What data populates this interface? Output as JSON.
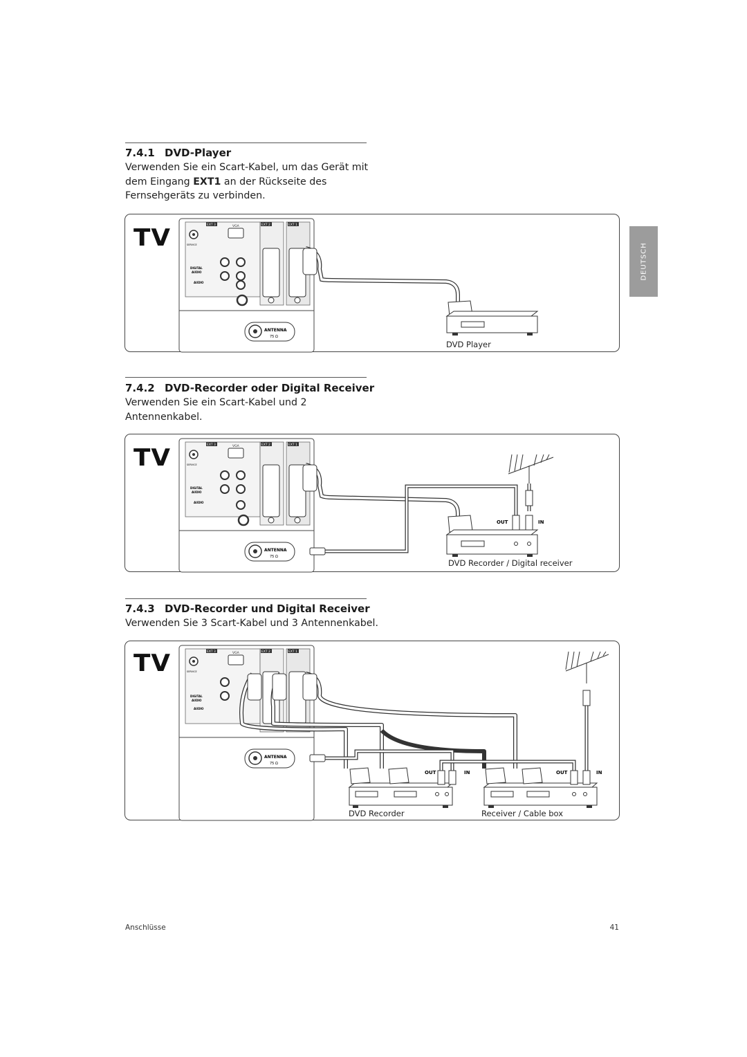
{
  "side_tab": {
    "label": "DEUTSCH"
  },
  "sections": [
    {
      "number": "7.4.1",
      "title": "DVD-Player",
      "text_lines": [
        "Verwenden Sie ein Scart-Kabel, um das Gerät mit",
        "dem Eingang",
        "EXT1",
        "an der Rückseite des",
        "Fernsehgeräts zu verbinden."
      ],
      "device_captions": [
        "DVD Player"
      ]
    },
    {
      "number": "7.4.2",
      "title": "DVD-Recorder oder Digital Receiver",
      "text_lines": [
        "Verwenden Sie ein Scart-Kabel und 2",
        "Antennenkabel."
      ],
      "device_captions": [
        "DVD Recorder / Digital receiver"
      ]
    },
    {
      "number": "7.4.3",
      "title": "DVD-Recorder und Digital Receiver",
      "text_lines": [
        "Verwenden Sie 3 Scart-Kabel und 3 Antennenkabel."
      ],
      "device_captions": [
        "DVD Recorder",
        "Receiver / Cable box"
      ]
    }
  ],
  "tv_label": "TV",
  "panel_labels": {
    "ext3": "EXT 3",
    "vga": "VGA",
    "ext2": "EXT 2",
    "ext1": "EXT 1",
    "service": "SERVICE UART",
    "digital": "DIGITAL",
    "audio": "AUDIO",
    "out": "OUT",
    "audio_in": "AUDIO",
    "antenna": "ANTENNA",
    "ohm": "75 Ω"
  },
  "port_labels": {
    "out": "OUT",
    "in": "IN"
  },
  "footer": {
    "left": "Anschlüsse",
    "page_number": "41"
  }
}
